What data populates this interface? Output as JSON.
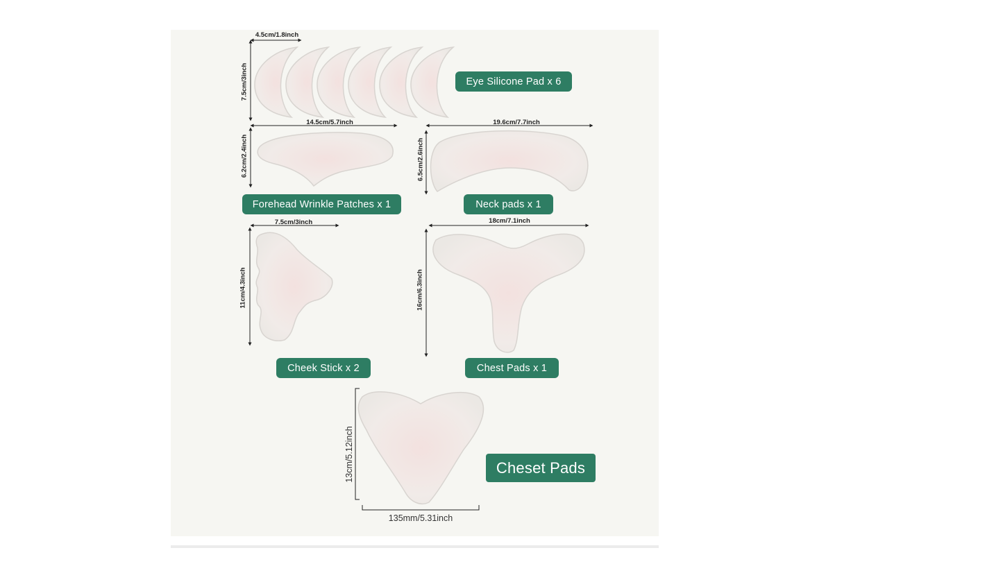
{
  "labels": {
    "eye": "Eye Silicone Pad x 6",
    "forehead": "Forehead Wrinkle Patches x 1",
    "neck": "Neck pads x 1",
    "cheek": "Cheek Stick x 2",
    "chest": "Chest Pads x 1",
    "cheset": "Cheset Pads"
  },
  "dimensions": {
    "eye_width": "4.5cm/1.8inch",
    "eye_height": "7.5cm/3inch",
    "forehead_width": "14.5cm/5.7inch",
    "forehead_height": "6.2cm/2.4inch",
    "neck_width": "19.6cm/7.7inch",
    "neck_height": "6.5cm/2.6inch",
    "cheek_width": "7.5cm/3inch",
    "cheek_height": "11cm/4.3inch",
    "chest_width": "18cm/7.1inch",
    "chest_height": "16cm/6.3inch",
    "cheset_width": "135mm/5.31inch",
    "cheset_height": "13cm/5.12inch"
  },
  "colors": {
    "badge": "#2e7d63",
    "panel": "#f6f6f2",
    "pad_fill": "#f1e6e4",
    "pad_edge": "#d9d6d2"
  }
}
